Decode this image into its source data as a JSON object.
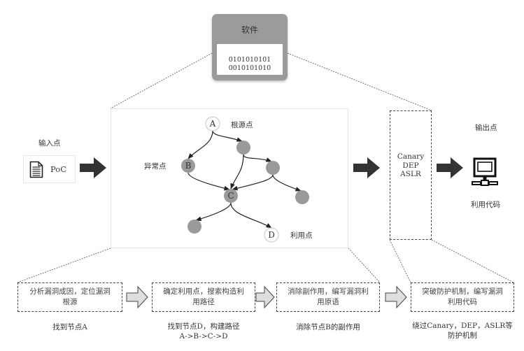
{
  "software": {
    "title": "软件",
    "code_lines": [
      "0101010101",
      "0010101010"
    ]
  },
  "input": {
    "label": "输入点",
    "file_icon": "document-icon",
    "file_label": "PoC"
  },
  "graph": {
    "nodes": [
      {
        "id": "A",
        "label": "A",
        "style": "hollow",
        "annotation": "根源点"
      },
      {
        "id": "N1",
        "label": "",
        "style": "filled",
        "annotation": ""
      },
      {
        "id": "B",
        "label": "B",
        "style": "filled",
        "annotation": "异常点"
      },
      {
        "id": "N2",
        "label": "",
        "style": "filled",
        "annotation": ""
      },
      {
        "id": "C",
        "label": "C",
        "style": "filled",
        "annotation": ""
      },
      {
        "id": "N3",
        "label": "",
        "style": "filled",
        "annotation": ""
      },
      {
        "id": "N4",
        "label": "",
        "style": "filled",
        "annotation": ""
      },
      {
        "id": "D",
        "label": "D",
        "style": "hollow",
        "annotation": "利用点"
      }
    ],
    "edges": [
      {
        "from": "A",
        "to": "N1"
      },
      {
        "from": "A",
        "to": "B"
      },
      {
        "from": "N1",
        "to": "C"
      },
      {
        "from": "N1",
        "to": "N2"
      },
      {
        "from": "B",
        "to": "C"
      },
      {
        "from": "N2",
        "to": "C"
      },
      {
        "from": "N2",
        "to": "N3"
      },
      {
        "from": "C",
        "to": "N4"
      },
      {
        "from": "C",
        "to": "D"
      }
    ],
    "colors": {
      "filled": "#9a9a9a",
      "hollow_fill": "#ffffff",
      "hollow_stroke": "#d0d0d0",
      "edge": "#222222"
    }
  },
  "protections": {
    "items": [
      "Canary",
      "DEP",
      "ASLR"
    ]
  },
  "output": {
    "label": "输出点",
    "icon": "computer-network-icon",
    "caption": "利用代码"
  },
  "steps": [
    {
      "text": "分析漏洞成因，定位漏洞根源",
      "note": [
        "找到节点A"
      ]
    },
    {
      "text": "确定利用点，搜索构造利用路径",
      "note": [
        "找到节点D，构建路径",
        "A->B->C->D"
      ]
    },
    {
      "text": "消除副作用，编写漏洞利用原语",
      "note": [
        "消除节点B的副作用"
      ]
    },
    {
      "text": "突破防护机制，编写漏洞利用代码",
      "note": [
        "绕过Canary，DEP，ASLR等",
        "防护机制"
      ]
    }
  ],
  "colors": {
    "dark_arrow": "#333333",
    "light_arrow": "#dedede",
    "software_frame": "#9b9b9b",
    "dashed_border": "#444444"
  }
}
